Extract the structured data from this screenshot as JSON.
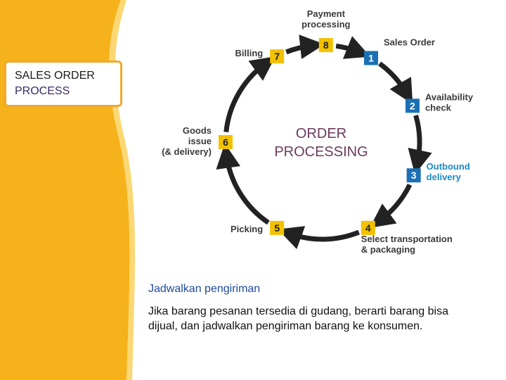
{
  "title": {
    "line1": "SALES ORDER",
    "line2": "PROCESS"
  },
  "diagram": {
    "center_line1": "ORDER",
    "center_line2": "PROCESSING",
    "steps": [
      {
        "num": "1",
        "label": [
          "Sales Order"
        ],
        "color": "#1a6fb5"
      },
      {
        "num": "2",
        "label": [
          "Availability",
          "check"
        ],
        "color": "#1a6fb5"
      },
      {
        "num": "3",
        "label": [
          "Outbound",
          "delivery"
        ],
        "color": "#1a6fb5"
      },
      {
        "num": "4",
        "label": [
          "Select transportation",
          "& packaging"
        ],
        "color": "#f2c100"
      },
      {
        "num": "5",
        "label": [
          "Picking"
        ],
        "color": "#f2c100"
      },
      {
        "num": "6",
        "label": [
          "Goods",
          "issue",
          "(& delivery)"
        ],
        "color": "#f2c100"
      },
      {
        "num": "7",
        "label": [
          "Billing"
        ],
        "color": "#f2c100"
      },
      {
        "num": "8",
        "label": [
          "Payment",
          "processing"
        ],
        "color": "#f2c100"
      }
    ]
  },
  "caption": {
    "title": "Jadwalkan pengiriman",
    "body": "Jika barang pesanan tersedia di gudang, berarti barang bisa dijual, dan jadwalkan pengiriman barang ke konsumen."
  },
  "colors": {
    "accent": "#f6b21a",
    "highlight": "#1a8bc9",
    "center_text": "#6b3a5e"
  }
}
